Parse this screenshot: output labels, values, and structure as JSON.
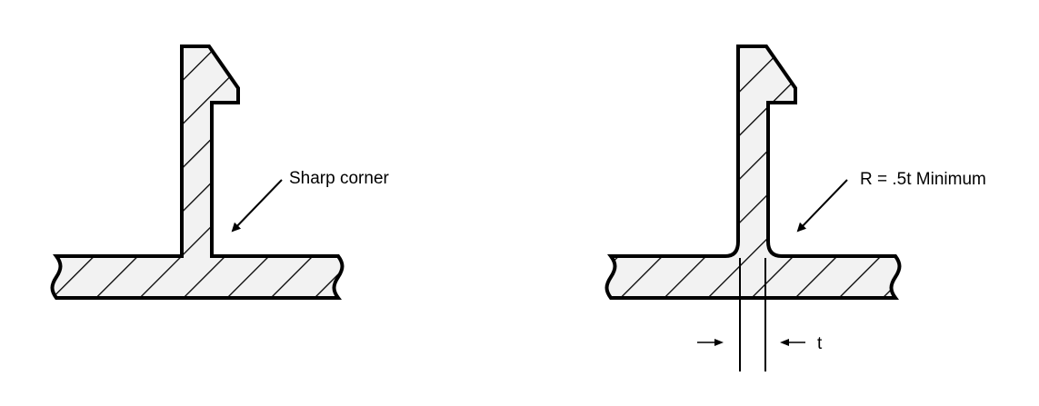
{
  "figures": [
    {
      "id": "sharp",
      "label": "Sharp corner",
      "corner_type": "sharp"
    },
    {
      "id": "rounded",
      "label": "R = .5t Minimum",
      "corner_type": "fillet",
      "dimension_label": "t"
    }
  ],
  "colors": {
    "fill": "#f2f2f2",
    "stroke": "#000000",
    "background": "#ffffff"
  }
}
